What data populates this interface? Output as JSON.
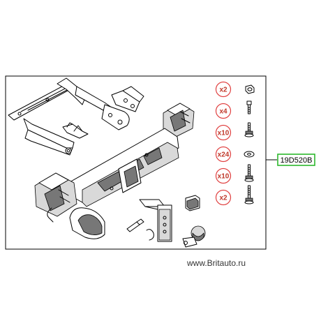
{
  "part_number": "19D520B",
  "website": "www.Britauto.ru",
  "hardware": [
    {
      "qty": "x2",
      "icon": "nut-icon"
    },
    {
      "qty": "x4",
      "icon": "bolt-icon"
    },
    {
      "qty": "x10",
      "icon": "flange-bolt-icon"
    },
    {
      "qty": "x24",
      "icon": "washer-icon"
    },
    {
      "qty": "x10",
      "icon": "long-bolt-icon"
    },
    {
      "qty": "x2",
      "icon": "long-bolt-icon"
    }
  ],
  "colors": {
    "qty_circle": "#e04040",
    "part_box": "#2db82d",
    "line": "#000000"
  }
}
